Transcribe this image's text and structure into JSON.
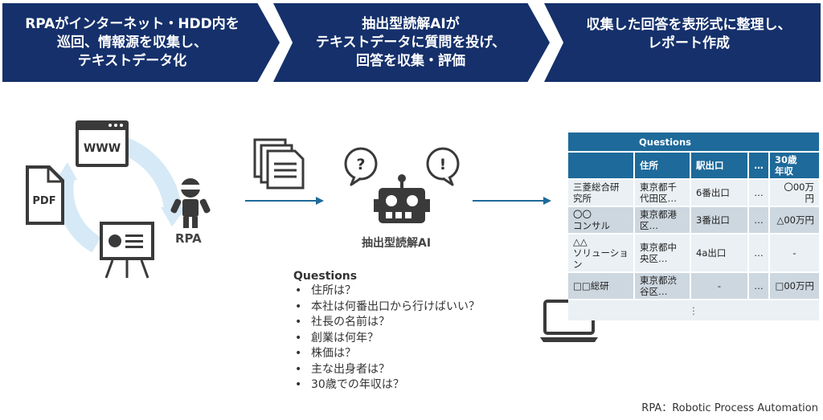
{
  "steps": [
    {
      "lines": [
        "RPAがインターネット・HDD内を",
        "巡回、情報源を収集し、",
        "テキストデータ化"
      ]
    },
    {
      "lines": [
        "抽出型読解AIが",
        "テキストデータに質問を投げ、",
        "回答を収集・評価"
      ]
    },
    {
      "lines": [
        "収集した回答を表形式に整理し、",
        "レポート作成"
      ]
    }
  ],
  "icons": {
    "www": "WWW",
    "pdf": "PDF",
    "question_mark": "?",
    "exclamation_mark": "!"
  },
  "rpa_label": "RPA",
  "reader_label": "抽出型読解AI",
  "questions": {
    "title": "Questions",
    "items": [
      "住所は？",
      "本社は何番出口から行けばいい？",
      "社長の名前は？",
      "創業は何年？",
      "株価は？",
      "主な出身者は？",
      "30歳での年収は？"
    ]
  },
  "table": {
    "group_header": "Questions",
    "headers": [
      "住所",
      "駅出口",
      "…",
      "30歳\n年収"
    ],
    "rows": [
      {
        "name": "三菱総合研\n究所",
        "cells": [
          "東京都千\n代田区…",
          "6番出口",
          "…",
          "〇00万円"
        ]
      },
      {
        "name": "〇〇\nコンサル",
        "cells": [
          "東京都港\n区…",
          "3番出口",
          "…",
          "△00万円"
        ]
      },
      {
        "name": "△△\nソリューション",
        "cells": [
          "東京都中\n央区…",
          "4a出口",
          "…",
          "-"
        ]
      },
      {
        "name": "□□総研",
        "cells": [
          "東京都渋\n谷区…",
          "-",
          "…",
          "□00万円"
        ]
      }
    ],
    "more": "⋮"
  },
  "footnote": "RPA：Robotic Process Automation",
  "colors": {
    "banner": "#15306b",
    "table_header": "#1e6a9a",
    "arrow": "#1e6a9a",
    "cycle": "#d6e9f6"
  }
}
